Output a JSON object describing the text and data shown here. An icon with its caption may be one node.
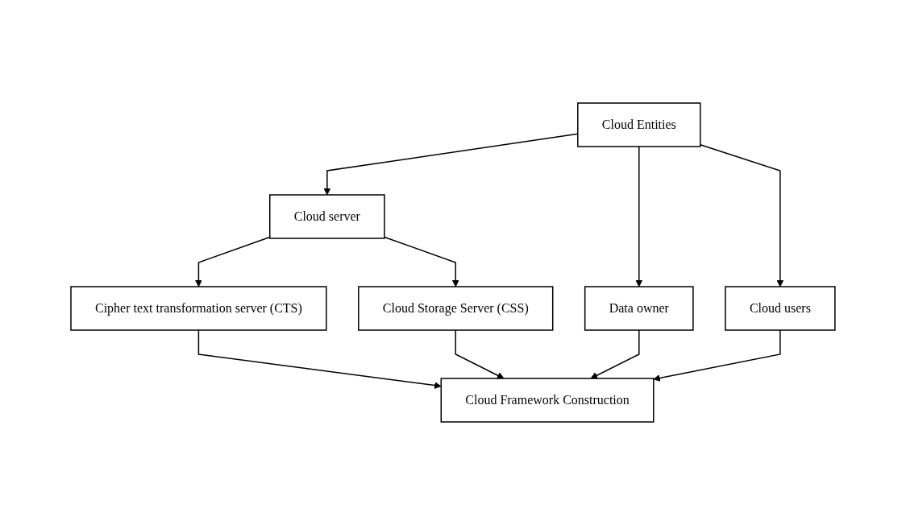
{
  "diagram": {
    "nodes": [
      {
        "text": [
          "Cloud Entities"
        ]
      },
      {
        "text": [
          "Cloud server"
        ]
      },
      {
        "text": [
          "Cipher text transformation server (CTS)"
        ]
      },
      {
        "text": [
          "Cloud Storage Server (CSS)"
        ]
      },
      {
        "text": [
          "Data owner"
        ]
      },
      {
        "text": [
          "Cloud users"
        ]
      },
      {
        "text": [
          "Cloud Framework Construction"
        ]
      }
    ],
    "edges": [
      {
        "from": 0,
        "to": 1,
        "arrow": "to"
      },
      {
        "from": 0,
        "to": 4,
        "arrow": "to"
      },
      {
        "from": 0,
        "to": 5,
        "arrow": "to"
      },
      {
        "from": 1,
        "to": 2,
        "arrow": "to"
      },
      {
        "from": 1,
        "to": 3,
        "arrow": "to"
      },
      {
        "from": 2,
        "to": 6,
        "arrow": "to"
      },
      {
        "from": 3,
        "to": 6,
        "arrow": "to"
      },
      {
        "from": 4,
        "to": 6,
        "arrow": "to"
      },
      {
        "from": 5,
        "to": 6,
        "arrow": "to"
      }
    ]
  }
}
